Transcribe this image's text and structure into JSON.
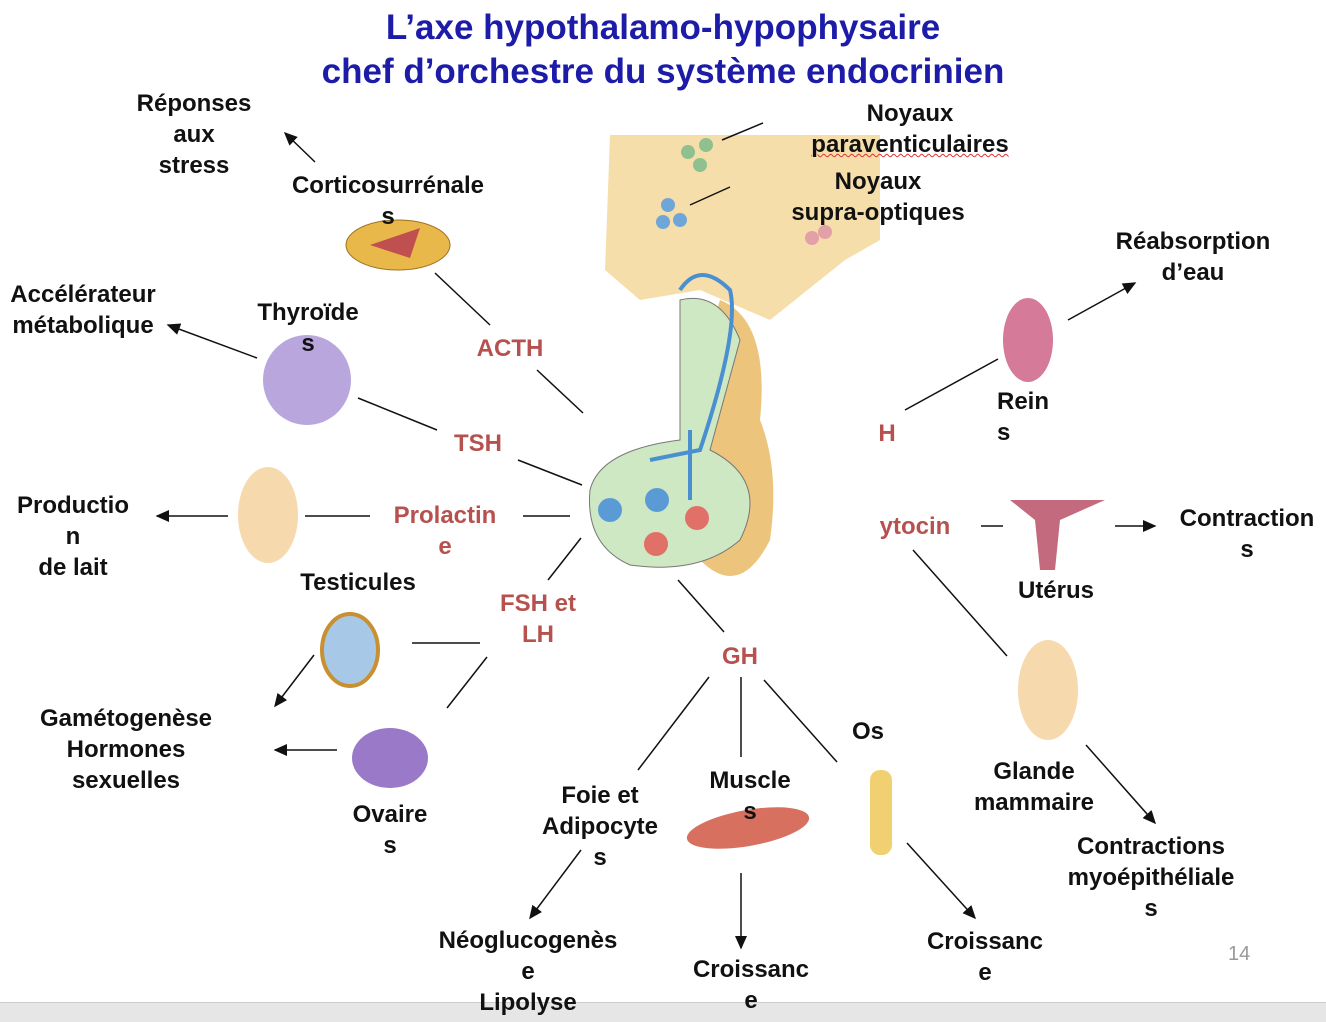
{
  "title": {
    "line1": "L’axe hypothalamo-hypophysaire",
    "line2": "chef d’orchestre du système endocrinien"
  },
  "labels": {
    "reponses_stress": "Réponses\naux\nstress",
    "corticosurrenales": "Corticosurrénale\ns",
    "accelerateur": "Accélérateur\nmétabolique",
    "thyroides": "Thyroïde\ns",
    "production_lait": "Productio\nn\nde lait",
    "testicules": "Testicules",
    "gametogenese": "Gamétogenèse\nHormones\nsexuelles",
    "ovaires": "Ovaire\ns",
    "foie": "Foie et\nAdipocyte\ns",
    "muscles": "Muscle\ns",
    "os": "Os",
    "neoglucogenese": "Néoglucogenès\ne\nLipolyse",
    "croissance_muscle": "Croissanc\ne",
    "croissance_os": "Croissanc\ne",
    "glande_mammaire": "Glande\nmammaire",
    "contractions_myo": "Contractions\nmyoépithéliale\ns",
    "uterus": "Utérus",
    "contractions": "Contraction\ns",
    "reins": "Rein\ns",
    "reabsorption": "Réabsorption\nd’eau",
    "noyaux1": "Noyaux",
    "paraventiculaires": "paraventiculaires",
    "noyaux_supra": "Noyaux\nsupra-optiques"
  },
  "hormones": {
    "acth": "ACTH",
    "tsh": "TSH",
    "prolactine": "Prolactin\ne",
    "fsh_lh": "FSH et\nLH",
    "gh": "GH",
    "adh": "H",
    "ocytocine": "ytocin"
  },
  "page_number": "14",
  "colors": {
    "title": "#1c1ca8",
    "hormone": "#b5524f"
  }
}
